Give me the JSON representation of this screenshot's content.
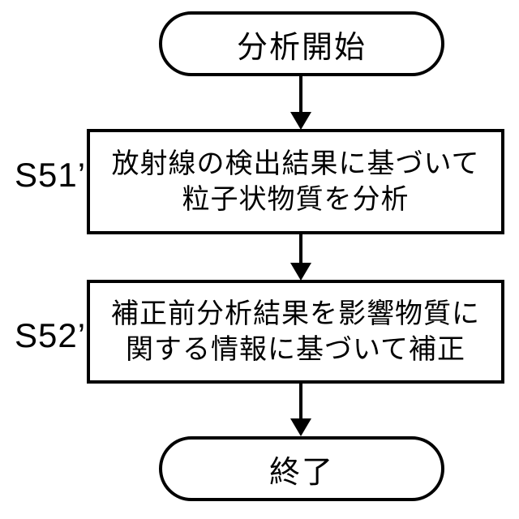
{
  "start": {
    "label": "分析開始"
  },
  "steps": [
    {
      "id": "S51’",
      "lines": [
        "放射線の検出結果に基づいて",
        "粒子状物質を分析"
      ]
    },
    {
      "id": "S52’",
      "lines": [
        "補正前分析結果を影響物質に",
        "関する情報に基づいて補正"
      ]
    }
  ],
  "end": {
    "label": "終了"
  }
}
